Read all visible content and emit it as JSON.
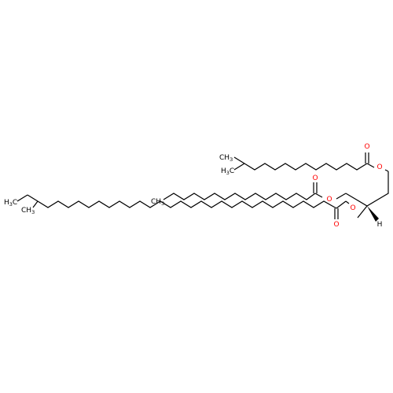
{
  "title": "",
  "colors": {
    "bond": "#000000",
    "oxygen": "#ff0000",
    "background": "#ffffff"
  },
  "atoms": {
    "ester1_carbonyl_o": "O",
    "ester1_ester_o": "O",
    "ester2_carbonyl_o": "O",
    "ester2_ester_o": "O",
    "ester3_carbonyl_o": "O",
    "ester3_ester_o": "O",
    "stereo_h": "H",
    "methyl_a1": {
      "main": "CH",
      "sub": "3"
    },
    "methyl_a2": {
      "main": "H",
      "sub": "3",
      "tail": "C"
    },
    "methyl_b": {
      "main": "CH",
      "sub": "3"
    },
    "methyl_c1": {
      "main": "CH",
      "sub": "3"
    },
    "methyl_c2": {
      "main": "H",
      "sub": "3",
      "tail": "C"
    }
  }
}
